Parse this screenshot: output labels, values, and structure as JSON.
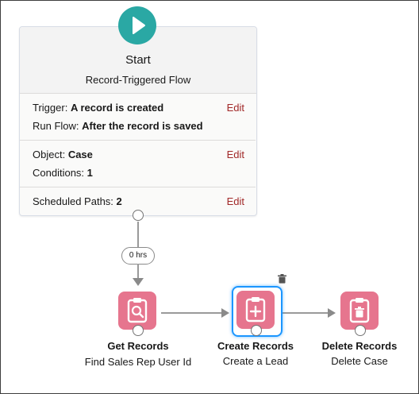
{
  "start": {
    "title": "Start",
    "subtitle": "Record-Triggered Flow",
    "trigger_label": "Trigger:",
    "trigger_value": "A record is created",
    "run_label": "Run Flow:",
    "run_value": "After the record is saved",
    "object_label": "Object:",
    "object_value": "Case",
    "conditions_label": "Conditions:",
    "conditions_value": "1",
    "scheduled_label": "Scheduled Paths:",
    "scheduled_value": "2",
    "edit_label": "Edit"
  },
  "connector_label": "0 hrs",
  "nodes": [
    {
      "title": "Get Records",
      "subtitle": "Find Sales Rep User Id",
      "icon": "search-icon"
    },
    {
      "title": "Create Records",
      "subtitle": "Create a Lead",
      "icon": "plus-icon"
    },
    {
      "title": "Delete Records",
      "subtitle": "Delete Case",
      "icon": "trash-icon"
    }
  ],
  "colors": {
    "start_icon": "#2aa8a4",
    "node_pink": "#e6758e",
    "edit_link": "#a12828",
    "selected_border": "#1b96ff"
  }
}
